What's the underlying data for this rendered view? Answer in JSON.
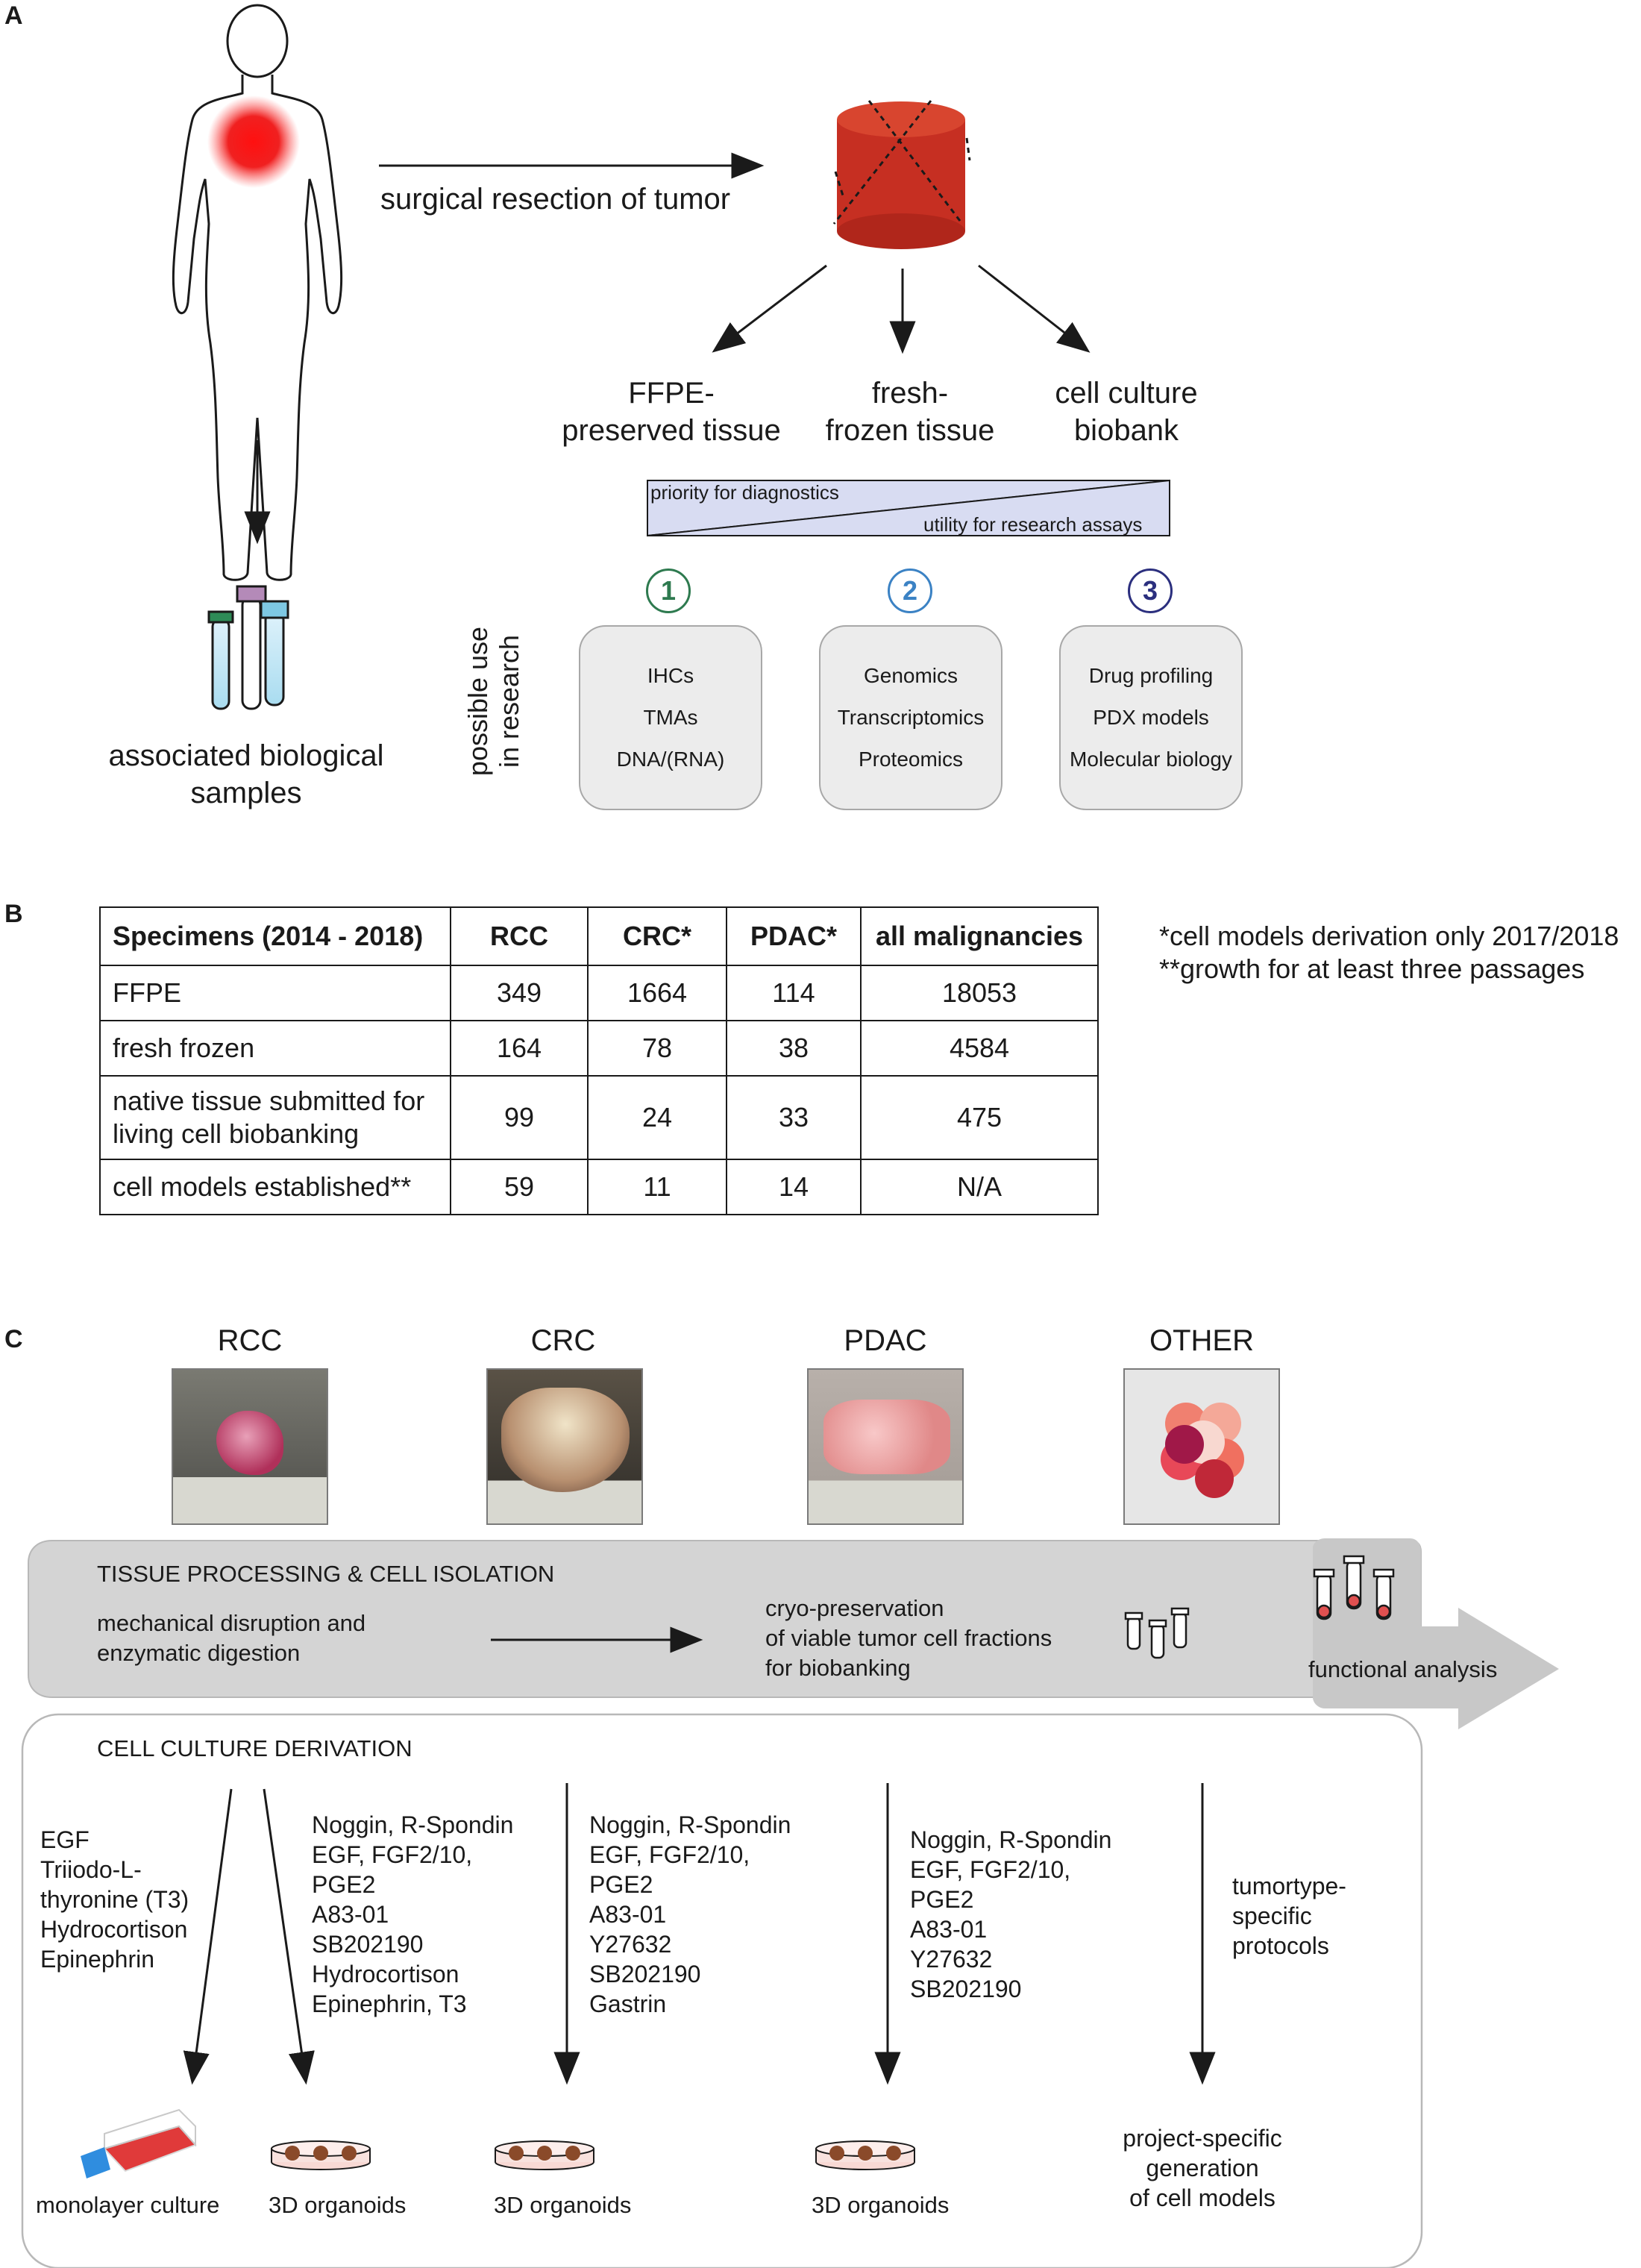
{
  "panels": {
    "a": "A",
    "b": "B",
    "c": "C"
  },
  "panel_a": {
    "resection_label": "surgical resection of tumor",
    "tissue_types": [
      {
        "line1": "FFPE-",
        "line2": "preserved tissue"
      },
      {
        "line1": "fresh-",
        "line2": "frozen tissue"
      },
      {
        "line1": "cell culture",
        "line2": "biobank"
      }
    ],
    "gradient": {
      "priority": "priority for diagnostics",
      "utility": "utility for research assays"
    },
    "possible_use": {
      "line1": "possible use",
      "line2": "in research"
    },
    "uses": [
      {
        "number": "1",
        "color": "#2e7a4f",
        "items": [
          "IHCs",
          "TMAs",
          "DNA/(RNA)"
        ]
      },
      {
        "number": "2",
        "color": "#3b82c4",
        "items": [
          "Genomics",
          "Transcriptomics",
          "Proteomics"
        ]
      },
      {
        "number": "3",
        "color": "#2b2f7e",
        "items": [
          "Drug profiling",
          "PDX models",
          "Molecular biology"
        ]
      }
    ],
    "samples": {
      "line1": "associated biological",
      "line2": "samples"
    }
  },
  "panel_b": {
    "headers": [
      "Specimens (2014 - 2018)",
      "RCC",
      "CRC*",
      "PDAC*",
      "all malignancies"
    ],
    "rows": [
      {
        "label": "FFPE",
        "values": [
          "349",
          "1664",
          "114",
          "18053"
        ]
      },
      {
        "label": "fresh frozen",
        "values": [
          "164",
          "78",
          "38",
          "4584"
        ]
      },
      {
        "label": "native tissue submitted for\nliving cell biobanking",
        "values": [
          "99",
          "24",
          "33",
          "475"
        ]
      },
      {
        "label": "cell models established**",
        "values": [
          "59",
          "11",
          "14",
          "N/A"
        ]
      }
    ],
    "footnotes": [
      "*cell models derivation only 2017/2018",
      "**growth for at least three passages"
    ]
  },
  "panel_c": {
    "tumor_types": [
      "RCC",
      "CRC",
      "PDAC",
      "OTHER"
    ],
    "processing": {
      "title": "TISSUE PROCESSING & CELL ISOLATION",
      "step1": "mechanical disruption and\nenzymatic digestion",
      "step2": "cryo-preservation\nof viable tumor cell fractions\nfor biobanking",
      "functional": "functional analysis"
    },
    "derivation": {
      "title": "CELL CULTURE DERIVATION",
      "media": [
        "EGF\nTriiodo-L-\nthyronine (T3)\nHydrocortison\nEpinephrin",
        "Noggin, R-Spondin\nEGF, FGF2/10,\nPGE2\nA83-01\nSB202190\nHydrocortison\nEpinephrin, T3",
        "Noggin, R-Spondin\nEGF, FGF2/10,\nPGE2\nA83-01\nY27632\nSB202190\nGastrin",
        "Noggin, R-Spondin\nEGF, FGF2/10,\nPGE2\nA83-01\nY27632\nSB202190",
        "tumortype-\nspecific\nprotocols"
      ],
      "outputs": [
        "monolayer culture",
        "3D organoids",
        "3D organoids",
        "3D organoids",
        "project-specific\ngeneration\nof cell models"
      ]
    }
  },
  "colors": {
    "tumor_red": "#c0392b",
    "process_gray": "#d4d4d4",
    "box_gray": "#ececec",
    "gradient_fill": "#d8dcf2"
  }
}
